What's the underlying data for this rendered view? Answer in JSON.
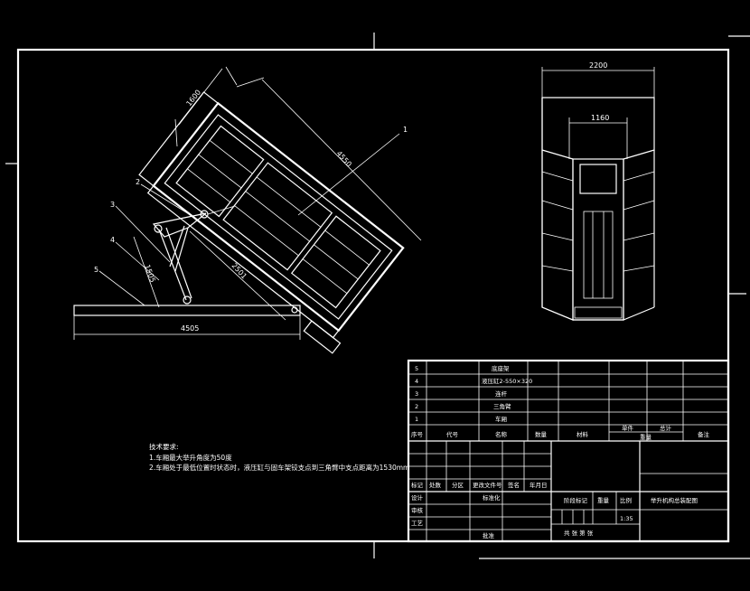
{
  "dimensions": {
    "width_1600": "1600",
    "length_4550": "4550",
    "base_4505": "4505",
    "ram_2501": "2501",
    "ram_1505": "1505",
    "top_2200": "2200",
    "inner_1160": "1160"
  },
  "part_labels": [
    "1",
    "2",
    "3",
    "4",
    "5"
  ],
  "parts_list": [
    {
      "no": "5",
      "name": "底座架"
    },
    {
      "no": "4",
      "name": "液压缸2-550×320"
    },
    {
      "no": "3",
      "name": "连杆"
    },
    {
      "no": "2",
      "name": "三角臂"
    },
    {
      "no": "1",
      "name": "车厢"
    }
  ],
  "parts_header": {
    "seq": "序号",
    "code": "代号",
    "name": "名称",
    "qty": "数量",
    "material": "材料",
    "single": "单件",
    "total": "总计",
    "weight": "重量",
    "remark": "备注"
  },
  "title_block": {
    "mark": "标记",
    "count": "处数",
    "zone": "分区",
    "change_doc": "更改文件号",
    "signature": "签名",
    "date": "年月日",
    "design": "设计",
    "standardize": "标准化",
    "check": "审核",
    "process": "工艺",
    "approve": "批准",
    "stage_mark": "阶段标记",
    "weight": "重量",
    "scale": "比例",
    "scale_value": "1:35",
    "sheets": "共  张  第  张",
    "drawing_title": "举升机构总装配图"
  },
  "tech_req": {
    "title": "技术要求:",
    "line1": "1.车厢最大举升角度为50度",
    "line2": "2.车厢处于最低位置时状态时，液压缸与固车架铰支点到三角臂中支点距离为1530mm"
  }
}
